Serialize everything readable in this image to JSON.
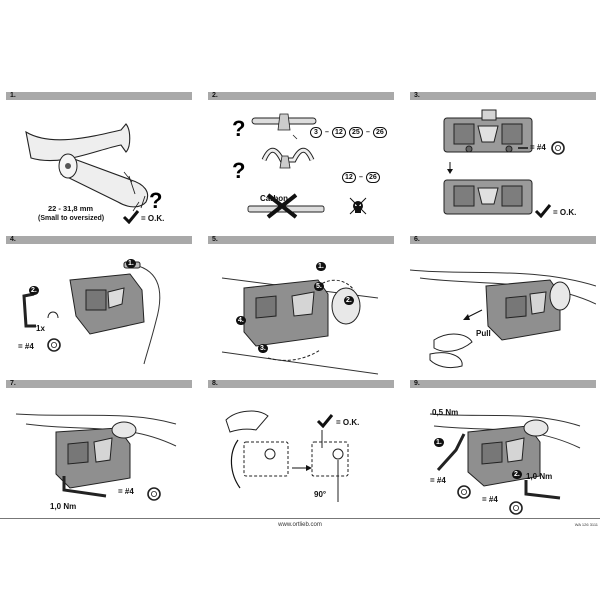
{
  "steps": [
    {
      "number": "1.",
      "text": {
        "diameter": "22 - 31,8 mm",
        "range": "(Small to oversized)",
        "ok": "= O.K."
      }
    },
    {
      "number": "2.",
      "text": {
        "size_a1": "3",
        "size_a2": "12",
        "size_a3": "25",
        "size_a4": "26",
        "size_b1": "12",
        "size_b2": "26",
        "carbon": "Carbon"
      }
    },
    {
      "number": "3.",
      "text": {
        "tool": "= #4",
        "ok": "= O.K."
      }
    },
    {
      "number": "4.",
      "text": {
        "callout1": "1.",
        "callout2": "2.",
        "turn": "1x",
        "tool": "= #4"
      }
    },
    {
      "number": "5.",
      "text": {
        "c1": "1.",
        "c2": "2.",
        "c3": "3.",
        "c4": "4.",
        "c5": "5."
      }
    },
    {
      "number": "6.",
      "text": {
        "pull": "Pull"
      }
    },
    {
      "number": "7.",
      "text": {
        "torque": "1,0 Nm",
        "tool": "= #4"
      }
    },
    {
      "number": "8.",
      "text": {
        "ok": "= O.K.",
        "angle": "90°"
      }
    },
    {
      "number": "9.",
      "text": {
        "torque1": "0,5 Nm",
        "c1": "1.",
        "c2": "2.",
        "torque2": "1,0 Nm",
        "tool1": "= #4",
        "tool2": "= #4"
      }
    }
  ],
  "footer": {
    "url": "www.ortlieb.com",
    "doc_id": "WA 126 3111"
  },
  "colors": {
    "bar": "#a9a9a9",
    "metal": "#8d8d8d",
    "dark": "#4b4b4b",
    "light": "#dcdcdc"
  },
  "icons": [
    "question-mark-icon",
    "check-icon",
    "cross-icon",
    "skull-icon",
    "washer-icon",
    "hex-key-icon",
    "rotate-icon"
  ]
}
